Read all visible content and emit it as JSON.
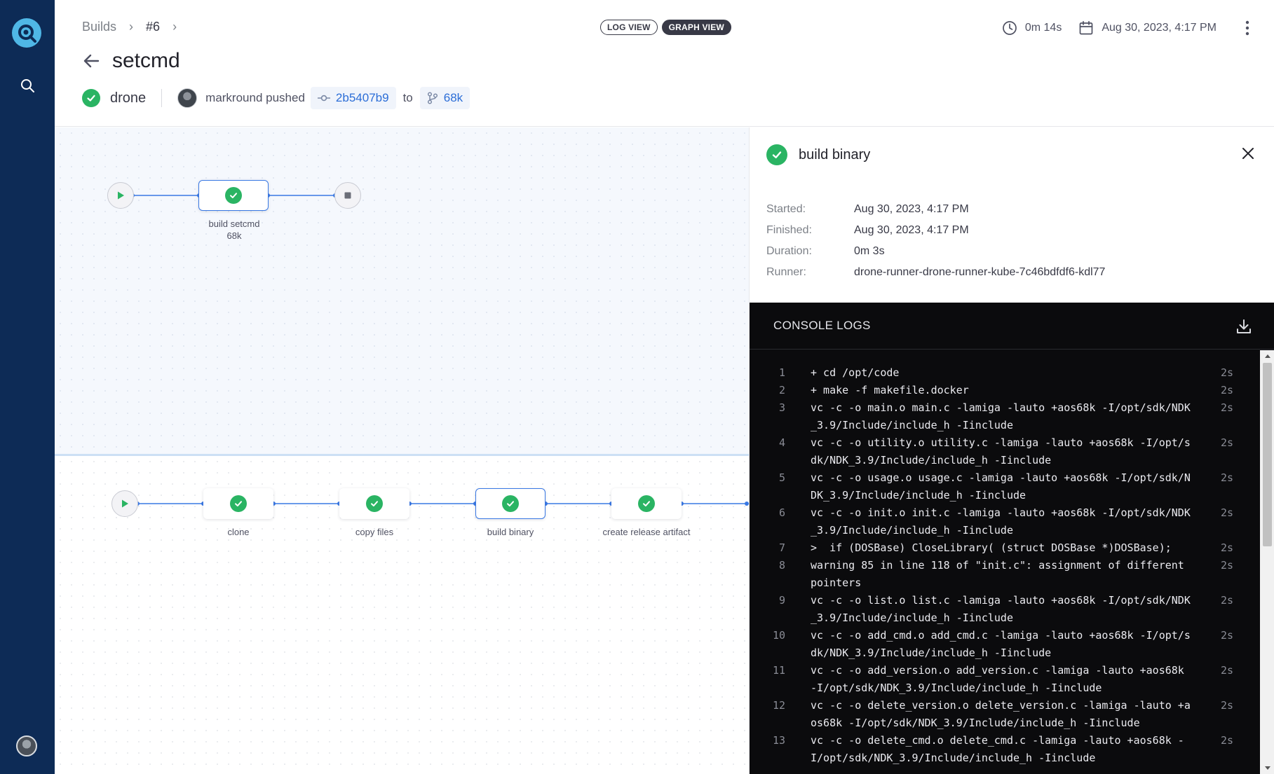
{
  "breadcrumb": {
    "root": "Builds",
    "build": "#6"
  },
  "header": {
    "title": "setcmd",
    "pipeline": "drone",
    "actor_text": "markround pushed",
    "commit": "2b5407b9",
    "to_text": "to",
    "branch": "68k",
    "duration": "0m 14s",
    "date": "Aug 30, 2023, 4:17 PM"
  },
  "view_toggle": {
    "log": "LOG VIEW",
    "graph": "GRAPH VIEW",
    "active": "graph"
  },
  "graph": {
    "stage1": {
      "steps": [
        {
          "name": "build setcmd",
          "sub": "68k",
          "status": "success"
        }
      ]
    },
    "stage2": {
      "steps": [
        {
          "name": "clone",
          "status": "success"
        },
        {
          "name": "copy files",
          "status": "success"
        },
        {
          "name": "build binary",
          "status": "success",
          "selected": true
        },
        {
          "name": "create release artifact",
          "status": "success"
        }
      ]
    }
  },
  "panel": {
    "title": "build binary",
    "started_label": "Started:",
    "started": "Aug 30, 2023, 4:17 PM",
    "finished_label": "Finished:",
    "finished": "Aug 30, 2023, 4:17 PM",
    "duration_label": "Duration:",
    "duration": "0m 3s",
    "runner_label": "Runner:",
    "runner": "drone-runner-drone-runner-kube-7c46bdfdf6-kdl77"
  },
  "console": {
    "title": "CONSOLE LOGS",
    "lines": [
      {
        "n": "1",
        "text": "+ cd /opt/code",
        "t": "2s"
      },
      {
        "n": "2",
        "text": "+ make -f makefile.docker",
        "t": "2s"
      },
      {
        "n": "3",
        "text": "vc -c -o main.o main.c -lamiga -lauto +aos68k -I/opt/sdk/NDK_3.9/Include/include_h -Iinclude",
        "t": "2s"
      },
      {
        "n": "4",
        "text": "vc -c -o utility.o utility.c -lamiga -lauto +aos68k -I/opt/sdk/NDK_3.9/Include/include_h -Iinclude",
        "t": "2s"
      },
      {
        "n": "5",
        "text": "vc -c -o usage.o usage.c -lamiga -lauto +aos68k -I/opt/sdk/NDK_3.9/Include/include_h -Iinclude",
        "t": "2s"
      },
      {
        "n": "6",
        "text": "vc -c -o init.o init.c -lamiga -lauto +aos68k -I/opt/sdk/NDK_3.9/Include/include_h -Iinclude",
        "t": "2s"
      },
      {
        "n": "7",
        "text": ">  if (DOSBase) CloseLibrary( (struct DOSBase *)DOSBase);",
        "t": "2s"
      },
      {
        "n": "8",
        "text": "warning 85 in line 118 of \"init.c\": assignment of different pointers",
        "t": "2s"
      },
      {
        "n": "9",
        "text": "vc -c -o list.o list.c -lamiga -lauto +aos68k -I/opt/sdk/NDK_3.9/Include/include_h -Iinclude",
        "t": "2s"
      },
      {
        "n": "10",
        "text": "vc -c -o add_cmd.o add_cmd.c -lamiga -lauto +aos68k -I/opt/sdk/NDK_3.9/Include/include_h -Iinclude",
        "t": "2s"
      },
      {
        "n": "11",
        "text": "vc -c -o add_version.o add_version.c -lamiga -lauto +aos68k -I/opt/sdk/NDK_3.9/Include/include_h -Iinclude",
        "t": "2s"
      },
      {
        "n": "12",
        "text": "vc -c -o delete_version.o delete_version.c -lamiga -lauto +aos68k -I/opt/sdk/NDK_3.9/Include/include_h -Iinclude",
        "t": "2s"
      },
      {
        "n": "13",
        "text": "vc -c -o delete_cmd.o delete_cmd.c -lamiga -lauto +aos68k -I/opt/sdk/NDK_3.9/Include/include_h -Iinclude",
        "t": "2s"
      }
    ]
  },
  "colors": {
    "nav": "#0d2b56",
    "success": "#2ab463",
    "link": "#2c6ed7",
    "edge": "#3978e4",
    "console_bg": "#0b0b0d"
  },
  "icons": {
    "logo": "drone-logo-icon",
    "search": "search-icon",
    "back": "arrow-left-icon",
    "clock": "clock-icon",
    "calendar": "calendar-icon",
    "more": "more-vertical-icon",
    "commit": "commit-icon",
    "branch": "branch-icon",
    "close": "close-icon",
    "download": "download-icon"
  }
}
